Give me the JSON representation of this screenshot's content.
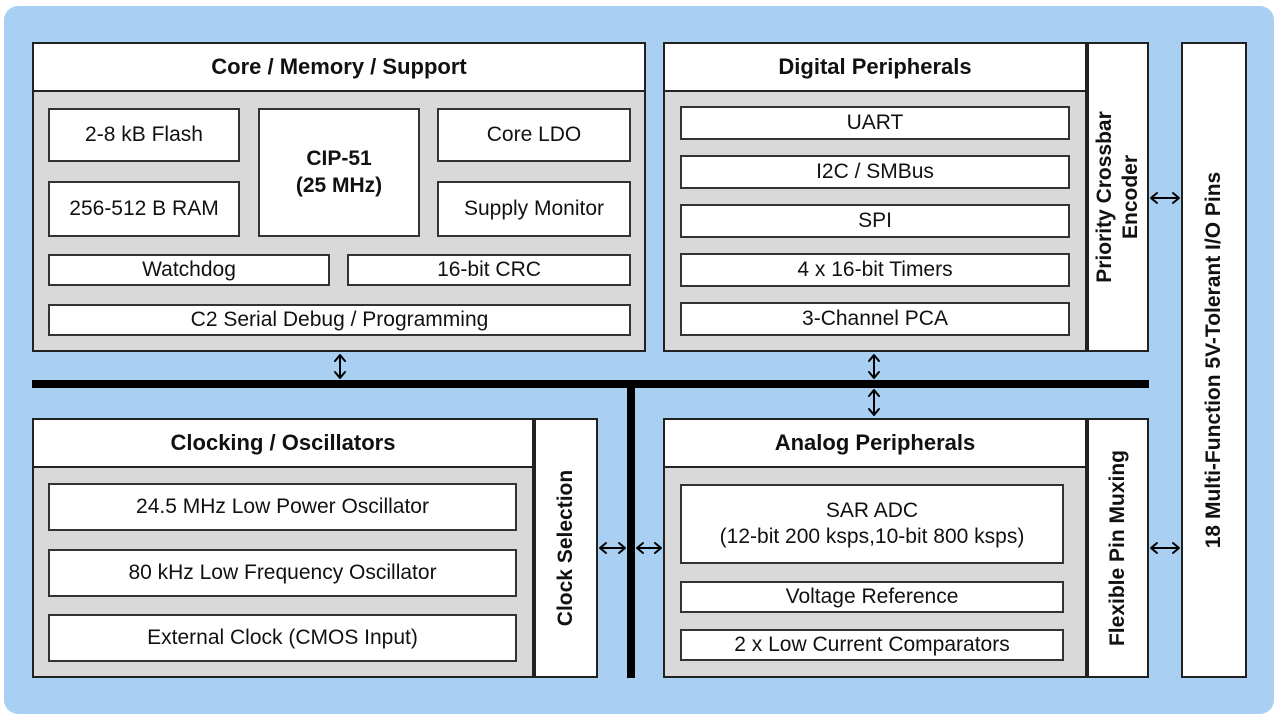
{
  "core": {
    "title": "Core / Memory / Support",
    "flash": "2-8 kB Flash",
    "ram": "256-512 B RAM",
    "cpu_line1": "CIP-51",
    "cpu_line2": "(25 MHz)",
    "ldo": "Core LDO",
    "supply": "Supply Monitor",
    "watchdog": "Watchdog",
    "crc": "16-bit CRC",
    "debug": "C2 Serial Debug / Programming"
  },
  "digital": {
    "title": "Digital Peripherals",
    "items": [
      "UART",
      "I2C / SMBus",
      "SPI",
      "4 x 16-bit Timers",
      "3-Channel PCA"
    ],
    "crossbar_line1": "Priority Crossbar",
    "crossbar_line2": "Encoder"
  },
  "clocking": {
    "title": "Clocking / Oscillators",
    "items": [
      "24.5 MHz Low Power Oscillator",
      "80 kHz Low Frequency Oscillator",
      "External Clock (CMOS Input)"
    ],
    "selection": "Clock Selection"
  },
  "analog": {
    "title": "Analog Peripherals",
    "adc_line1": "SAR ADC",
    "adc_line2": "(12-bit 200 ksps,10-bit 800 ksps)",
    "vref": "Voltage Reference",
    "comparators": "2 x Low Current Comparators",
    "muxing": "Flexible Pin Muxing"
  },
  "io_pins": "18 Multi-Function 5V-Tolerant I/O Pins",
  "colors": {
    "background_panel": "#a9d0f3",
    "group_fill": "#d9d9d9",
    "box_fill": "#ffffff",
    "bus": "#000000"
  }
}
